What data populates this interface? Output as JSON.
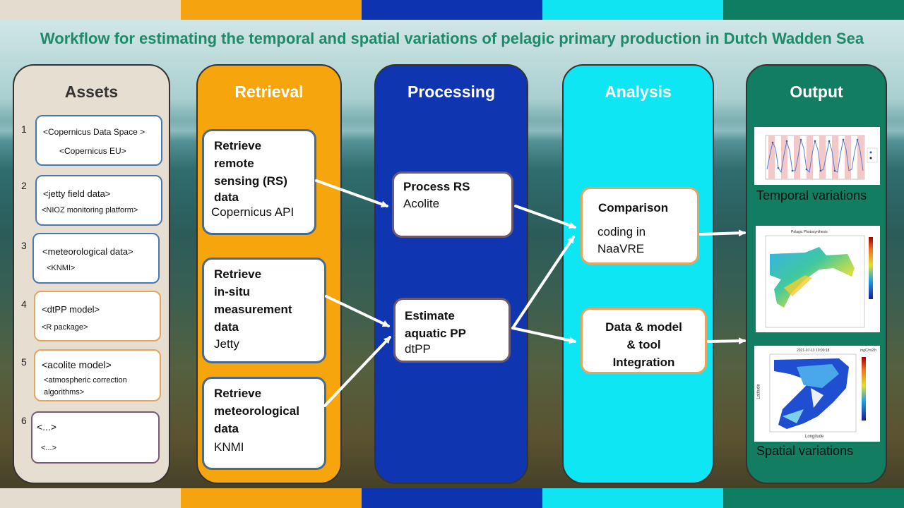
{
  "colors": {
    "bar": [
      "#e3ddd0",
      "#f5a30f",
      "#0e33b0",
      "#10e3f2",
      "#0e7d62"
    ],
    "title": "#1f8a6a"
  },
  "title": "Workflow for estimating the temporal and spatial variations of pelagic primary production in Dutch Wadden Sea",
  "assets": {
    "header": "Assets",
    "items": [
      {
        "num": "1",
        "line1": "<Copernicus Data Space >",
        "line2": "<Copernicus EU>"
      },
      {
        "num": "2",
        "line1": "<jetty field data>",
        "line2": "<NIOZ monitoring platform>"
      },
      {
        "num": "3",
        "line1": "<meteorological data>",
        "line2": "<KNMI>"
      },
      {
        "num": "4",
        "line1": "<dtPP model>",
        "line2": "<R package>"
      },
      {
        "num": "5",
        "line1": "<acolite model>",
        "line2": "<atmospheric correction",
        "line3": "algorithms>"
      },
      {
        "num": "6",
        "line1": "<...>",
        "line2": "<...>"
      }
    ]
  },
  "retrieval": {
    "header": "Retrieval",
    "boxes": [
      {
        "l1": "Retrieve",
        "l2": "remote",
        "l3": "sensing (RS)",
        "l4": "data",
        "sub": "Copernicus API"
      },
      {
        "l1": "Retrieve",
        "l2": "in-situ",
        "l3": "measurement",
        "l4": "data",
        "sub": "Jetty"
      },
      {
        "l1": "Retrieve",
        "l2": "meteorological",
        "l3": "data",
        "sub": "KNMI"
      }
    ]
  },
  "processing": {
    "header": "Processing",
    "boxes": [
      {
        "l1": "Process RS",
        "sub": "Acolite"
      },
      {
        "l1": "Estimate",
        "l2": "aquatic PP",
        "sub": "dtPP"
      }
    ]
  },
  "analysis": {
    "header": "Analysis",
    "boxes": [
      {
        "l1": "Comparison",
        "sub1": "coding in",
        "sub2": "NaaVRE"
      },
      {
        "l1": "Data & model",
        "l2": "& tool",
        "l3": "Integration"
      }
    ]
  },
  "output": {
    "header": "Output",
    "labels": [
      "Temporal variations",
      "Spatial variations"
    ],
    "map1_title": "Pelagic Photosynthesis",
    "map2_title": "2021-07-13 10:00:18",
    "map2_legend": "mgC/m2/h",
    "map2_xlabel": "Longitude",
    "map2_ylabel": "Latitude"
  }
}
